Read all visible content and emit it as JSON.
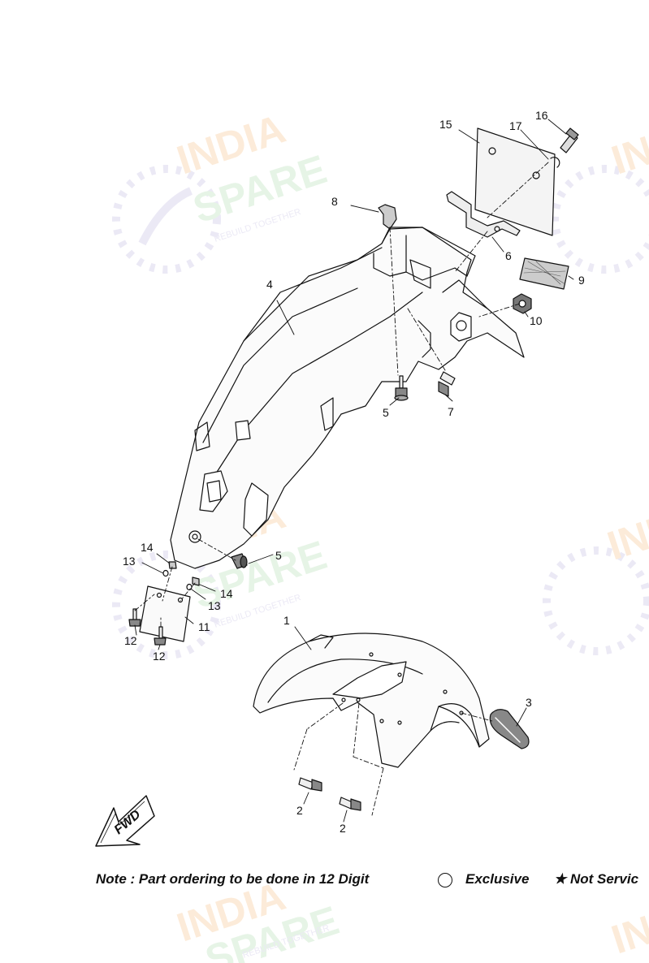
{
  "watermark": {
    "word1": "INDIA",
    "word2": "SPARE",
    "tagline": "REBUILD TOGETHER"
  },
  "callouts": {
    "c1": "1",
    "c2a": "2",
    "c2b": "2",
    "c3": "3",
    "c4": "4",
    "c5a": "5",
    "c5b": "5",
    "c6": "6",
    "c7": "7",
    "c8": "8",
    "c9": "9",
    "c10": "10",
    "c11": "11",
    "c12a": "12",
    "c12b": "12",
    "c13a": "13",
    "c13b": "13",
    "c14a": "14",
    "c14b": "14",
    "c15": "15",
    "c16": "16",
    "c17": "17"
  },
  "fwd_label": "FWD",
  "note": {
    "text": "Note : Part ordering to be done in 12 Digit",
    "exclusive": "Exclusive",
    "not_serviceable": "★ Not Servic"
  }
}
